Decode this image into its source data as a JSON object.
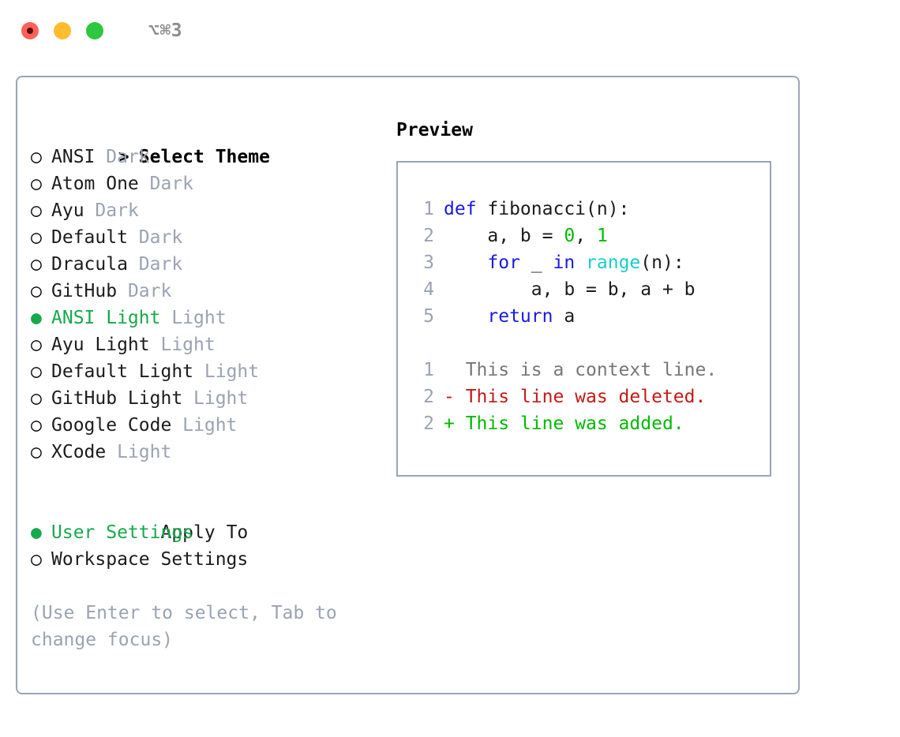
{
  "titlebar": {
    "shortcut": "⌥⌘3",
    "buttons": [
      {
        "name": "close",
        "color": "#ff6058"
      },
      {
        "name": "minimize",
        "color": "#ffbd2e"
      },
      {
        "name": "maximize",
        "color": "#2bc840"
      }
    ]
  },
  "theme_panel": {
    "header": "Select Theme",
    "header_marker": ">",
    "items": [
      {
        "marker": "○",
        "name": "ANSI",
        "variant": "Dark",
        "selected": false
      },
      {
        "marker": "○",
        "name": "Atom One",
        "variant": "Dark",
        "selected": false
      },
      {
        "marker": "○",
        "name": "Ayu",
        "variant": "Dark",
        "selected": false
      },
      {
        "marker": "○",
        "name": "Default",
        "variant": "Dark",
        "selected": false
      },
      {
        "marker": "○",
        "name": "Dracula",
        "variant": "Dark",
        "selected": false
      },
      {
        "marker": "○",
        "name": "GitHub",
        "variant": "Dark",
        "selected": false
      },
      {
        "marker": "●",
        "name": "ANSI Light",
        "variant": "Light",
        "selected": true
      },
      {
        "marker": "○",
        "name": "Ayu Light",
        "variant": "Light",
        "selected": false
      },
      {
        "marker": "○",
        "name": "Default Light",
        "variant": "Light",
        "selected": false
      },
      {
        "marker": "○",
        "name": "GitHub Light",
        "variant": "Light",
        "selected": false
      },
      {
        "marker": "○",
        "name": "Google Code",
        "variant": "Light",
        "selected": false
      },
      {
        "marker": "○",
        "name": "XCode",
        "variant": "Light",
        "selected": false
      }
    ]
  },
  "apply_to": {
    "header": "Apply To",
    "items": [
      {
        "marker": "●",
        "name": "User Settings",
        "selected": true
      },
      {
        "marker": "○",
        "name": "Workspace Settings",
        "selected": false
      }
    ]
  },
  "hint": "(Use Enter to select, Tab to change focus)",
  "preview": {
    "header": "Preview",
    "code_lines": [
      {
        "num": "1",
        "tokens": [
          {
            "t": "def ",
            "c": "kw"
          },
          {
            "t": "fibonacci(n):",
            "c": "txt"
          }
        ]
      },
      {
        "num": "2",
        "tokens": [
          {
            "t": "    a, b = ",
            "c": "txt"
          },
          {
            "t": "0",
            "c": "num"
          },
          {
            "t": ", ",
            "c": "txt"
          },
          {
            "t": "1",
            "c": "num"
          }
        ]
      },
      {
        "num": "3",
        "tokens": [
          {
            "t": "    ",
            "c": "txt"
          },
          {
            "t": "for",
            "c": "kw"
          },
          {
            "t": " _ ",
            "c": "txt"
          },
          {
            "t": "in",
            "c": "kw"
          },
          {
            "t": " ",
            "c": "txt"
          },
          {
            "t": "range",
            "c": "fn"
          },
          {
            "t": "(n):",
            "c": "txt"
          }
        ]
      },
      {
        "num": "4",
        "tokens": [
          {
            "t": "        a, b = b, a + b",
            "c": "txt"
          }
        ]
      },
      {
        "num": "5",
        "tokens": [
          {
            "t": "    ",
            "c": "txt"
          },
          {
            "t": "return",
            "c": "kw"
          },
          {
            "t": " a",
            "c": "txt"
          }
        ]
      }
    ],
    "diff_lines": [
      {
        "num": "1",
        "sign": " ",
        "text": " This is a context line.",
        "kind": "ctx"
      },
      {
        "num": "2",
        "sign": "-",
        "text": " This line was deleted.",
        "kind": "del"
      },
      {
        "num": "2",
        "sign": "+",
        "text": " This line was added.",
        "kind": "add"
      }
    ]
  },
  "colors": {
    "accent_green": "#17a94c",
    "border": "#9aa5b5",
    "muted": "#9aa3b2",
    "keyword_blue": "#1a1ae0",
    "function_cyan": "#15cfcf",
    "number_green": "#00bb00",
    "diff_red": "#c41a16",
    "diff_green": "#00bb00"
  }
}
